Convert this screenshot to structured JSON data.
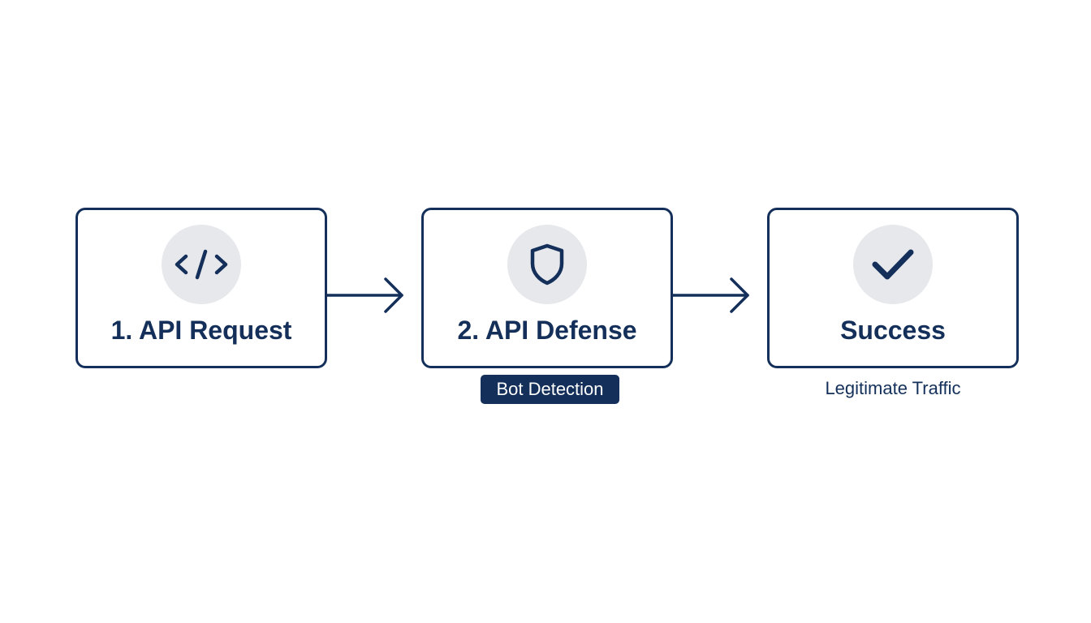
{
  "diagram": {
    "steps": [
      {
        "title": "1. API Request",
        "icon": "code-icon"
      },
      {
        "title": "2. API Defense",
        "icon": "shield-icon",
        "badge": "Bot Detection"
      },
      {
        "title": "Success",
        "icon": "checkmark-icon",
        "caption": "Legitimate Traffic"
      }
    ]
  },
  "colors": {
    "primary": "#14305a",
    "icon_circle": "#e6e8ec",
    "background": "#ffffff"
  }
}
